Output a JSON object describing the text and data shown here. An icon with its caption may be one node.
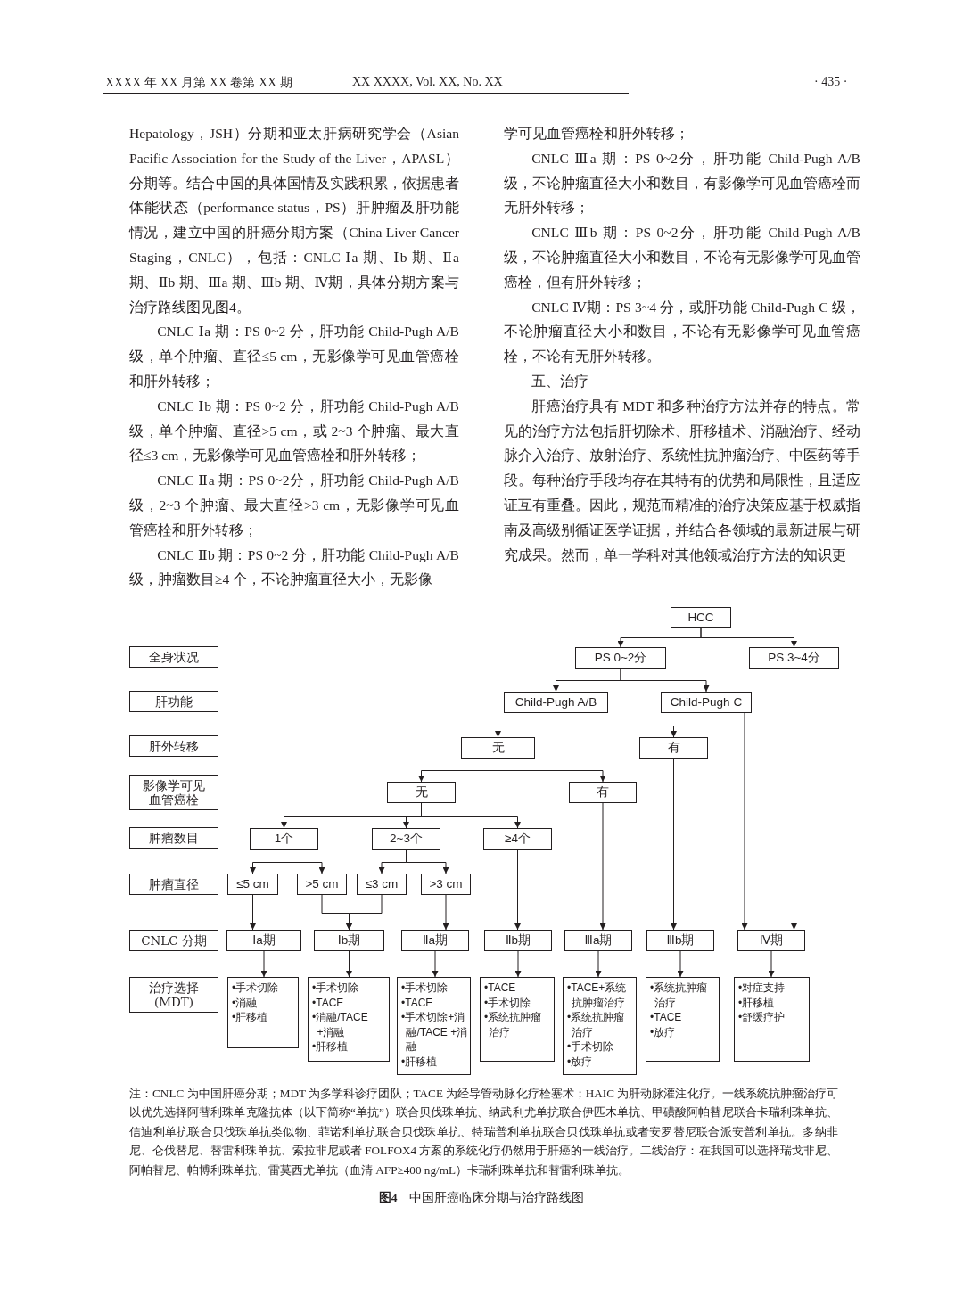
{
  "diagram": {
    "caption": "**图4**　中国肝癌临床分期与治疗路线图",
    "nodes": [
      {
        "text": [
          "全身状况"
        ]
      },
      {
        "text": [
          "肝功能"
        ]
      },
      {
        "text": [
          "肝外转移"
        ]
      },
      {
        "text": [
          "影像学可见血管癌栓"
        ]
      },
      {
        "text": [
          "肿瘤数目"
        ]
      },
      {
        "text": [
          "肿瘤直径"
        ]
      },
      {
        "text": [
          "CNLC 分期"
        ]
      },
      {
        "text": [
          "治疗选择 (MDT)"
        ]
      },
      {
        "text": [
          "HCC"
        ]
      },
      {
        "text": [
          "PS  0~2分"
        ]
      },
      {
        "text": [
          "PS  3~4分"
        ]
      },
      {
        "text": [
          "Child-Pugh A/B"
        ]
      },
      {
        "text": [
          "Child-Pugh C"
        ]
      },
      {
        "text": [
          "无"
        ]
      },
      {
        "text": [
          "有"
        ]
      },
      {
        "text": [
          "无"
        ]
      },
      {
        "text": [
          "有"
        ]
      },
      {
        "text": [
          "1个"
        ]
      },
      {
        "text": [
          "2~3个"
        ]
      },
      {
        "text": [
          "≥4个"
        ]
      },
      {
        "text": [
          "≤5 cm"
        ]
      },
      {
        "text": [
          ">5 cm"
        ]
      },
      {
        "text": [
          "≤3 cm"
        ]
      },
      {
        "text": [
          ">3 cm"
        ]
      },
      {
        "text": [
          "Ⅰa期"
        ]
      },
      {
        "text": [
          "Ⅰb期"
        ]
      },
      {
        "text": [
          "Ⅱa期"
        ]
      },
      {
        "text": [
          "Ⅱb期"
        ]
      },
      {
        "text": [
          "Ⅲa期"
        ]
      },
      {
        "text": [
          "Ⅲb期"
        ]
      },
      {
        "text": [
          "Ⅳ期"
        ]
      },
      {
        "text": [
          "•手术切除",
          "•消融",
          "•肝移植"
        ]
      },
      {
        "text": [
          "•手术切除",
          "•TACE",
          "•消融/TACE +消融",
          "•肝移植"
        ]
      },
      {
        "text": [
          "•手术切除",
          "•TACE",
          "•手术切除+消融/TACE +消融",
          "•肝移植"
        ]
      },
      {
        "text": [
          "•TACE",
          "•手术切除",
          "•系统抗肿瘤治疗"
        ]
      },
      {
        "text": [
          "•TACE+系统抗肿瘤治疗",
          "•系统抗肿瘤治疗",
          "•手术切除",
          "•放疗"
        ]
      },
      {
        "text": [
          "•系统抗肿瘤治疗",
          "•TACE",
          "•放疗"
        ]
      },
      {
        "text": [
          "•对症支持",
          "•肝移植",
          "•舒缓疗护"
        ]
      }
    ],
    "edges": [
      {
        "from": 8,
        "to": 9,
        "arrow": "to"
      },
      {
        "from": 8,
        "to": 10,
        "arrow": "to"
      },
      {
        "from": 9,
        "to": 11,
        "arrow": "to"
      },
      {
        "from": 9,
        "to": 12,
        "arrow": "to"
      },
      {
        "from": 11,
        "to": 13,
        "arrow": "to"
      },
      {
        "from": 11,
        "to": 14,
        "arrow": "to"
      },
      {
        "from": 13,
        "to": 15,
        "arrow": "to"
      },
      {
        "from": 13,
        "to": 16,
        "arrow": "to"
      },
      {
        "from": 15,
        "to": 17,
        "arrow": "to"
      },
      {
        "from": 15,
        "to": 18,
        "arrow": "to"
      },
      {
        "from": 15,
        "to": 19,
        "arrow": "to"
      },
      {
        "from": 17,
        "to": 20,
        "arrow": "to"
      },
      {
        "from": 17,
        "to": 21,
        "arrow": "to"
      },
      {
        "from": 18,
        "to": 22,
        "arrow": "to"
      },
      {
        "from": 18,
        "to": 23,
        "arrow": "to"
      },
      {
        "from": 20,
        "to": 24,
        "arrow": "to"
      },
      {
        "from": 21,
        "to": 25,
        "arrow": "to"
      },
      {
        "from": 22,
        "to": 25,
        "arrow": "to"
      },
      {
        "from": 23,
        "to": 26,
        "arrow": "to"
      },
      {
        "from": 19,
        "to": 27,
        "arrow": "to"
      },
      {
        "from": 16,
        "to": 28,
        "arrow": "to"
      },
      {
        "from": 14,
        "to": 29,
        "arrow": "to"
      },
      {
        "from": 12,
        "to": 30,
        "arrow": "to"
      },
      {
        "from": 10,
        "to": 30,
        "arrow": "to"
      },
      {
        "from": 24,
        "to": 31,
        "arrow": "to"
      },
      {
        "from": 25,
        "to": 32,
        "arrow": "to"
      },
      {
        "from": 26,
        "to": 33,
        "arrow": "to"
      },
      {
        "from": 27,
        "to": 34,
        "arrow": "to"
      },
      {
        "from": 28,
        "to": 35,
        "arrow": "to"
      },
      {
        "from": 29,
        "to": 36,
        "arrow": "to"
      },
      {
        "from": 30,
        "to": 37,
        "arrow": "to"
      }
    ],
    "labels": [
      "XXXX 年 XX 月第 XX 卷第 XX 期",
      "XX XXXX, Vol. XX, No. XX",
      "· 435 ·",
      "Hepatology，JSH）分期和亚太肝病研究学会（Asian Pacific Association for the Study of the Liver，APASL）分期等。结合中国的具体国情及实践积累，依据患者体能状态（performance status，PS）肝肿瘤及肝功能情况，建立中国的肝癌分期方案（China Liver Cancer Staging，CNLC），包括：CNLC Ⅰa 期、Ⅰb 期、Ⅱa 期、Ⅱb 期、Ⅲa 期、Ⅲb 期、Ⅳ期，具体分期方案与治疗路线图见图4。",
      "CNLC Ⅰa 期：PS 0~2 分，肝功能 Child-Pugh A/B 级，单个肿瘤、直径≤5 cm，无影像学可见血管癌栓和肝外转移；",
      "CNLC Ⅰb 期：PS 0~2 分，肝功能 Child-Pugh A/B 级，单个肿瘤、直径>5 cm，或 2~3 个肿瘤、最大直径≤3 cm，无影像学可见血管癌栓和肝外转移；",
      "CNLC Ⅱa 期：PS 0~2分，肝功能 Child-Pugh A/B 级，2~3 个肿瘤、最大直径>3 cm，无影像学可见血管癌栓和肝外转移；",
      "CNLC Ⅱb 期：PS 0~2 分，肝功能 Child-Pugh A/B 级，肿瘤数目≥4 个，不论肿瘤直径大小，无影像",
      "学可见血管癌栓和肝外转移；",
      "CNLC Ⅲa 期：PS 0~2分，肝功能 Child-Pugh A/B 级，不论肿瘤直径大小和数目，有影像学可见血管癌栓而无肝外转移；",
      "CNLC Ⅲb 期：PS 0~2分，肝功能 Child-Pugh A/B 级，不论肿瘤直径大小和数目，不论有无影像学可见血管癌栓，但有肝外转移；",
      "CNLC Ⅳ期：PS 3~4 分，或肝功能 Child-Pugh C 级，不论肿瘤直径大小和数目，不论有无影像学可见血管癌栓，不论有无肝外转移。",
      "五、治疗",
      "肝癌治疗具有 MDT 和多种治疗方法并存的特点。常见的治疗方法包括肝切除术、肝移植术、消融治疗、经动脉介入治疗、放射治疗、系统性抗肿瘤治疗、中医药等手段。每种治疗手段均存在其特有的优势和局限性，且适应证互有重叠。因此，规范而精准的治疗决策应基于权威指南及高级别循证医学证据，并结合各领域的最新进展与研究成果。然而，单一学科对其他领域治疗方法的知识更",
      "注：CNLC 为中国肝癌分期；MDT 为多学科诊疗团队；TACE 为经导管动脉化疗栓塞术；HAIC 为肝动脉灌注化疗。一线系统抗肿瘤治疗可以优先选择阿替利珠单克隆抗体（以下简称“单抗”）联合贝伐珠单抗、纳武利尤单抗联合伊匹木单抗、甲磺酸阿帕替尼联合卡瑞利珠单抗、信迪利单抗联合贝伐珠单抗类似物、菲诺利单抗联合贝伐珠单抗、特瑞普利单抗联合贝伐珠单抗或者安罗替尼联合派安普利单抗。多纳非尼、仑伐替尼、替雷利珠单抗、索拉非尼或者 FOLFOX4 方案的系统化疗仍然用于肝癌的一线治疗。二线治疗：在我国可以选择瑞戈非尼、阿帕替尼、帕博利珠单抗、雷莫西尤单抗（血清 AFP≥400 ng/mL）卡瑞利珠单抗和替雷利珠单抗。"
    ]
  }
}
